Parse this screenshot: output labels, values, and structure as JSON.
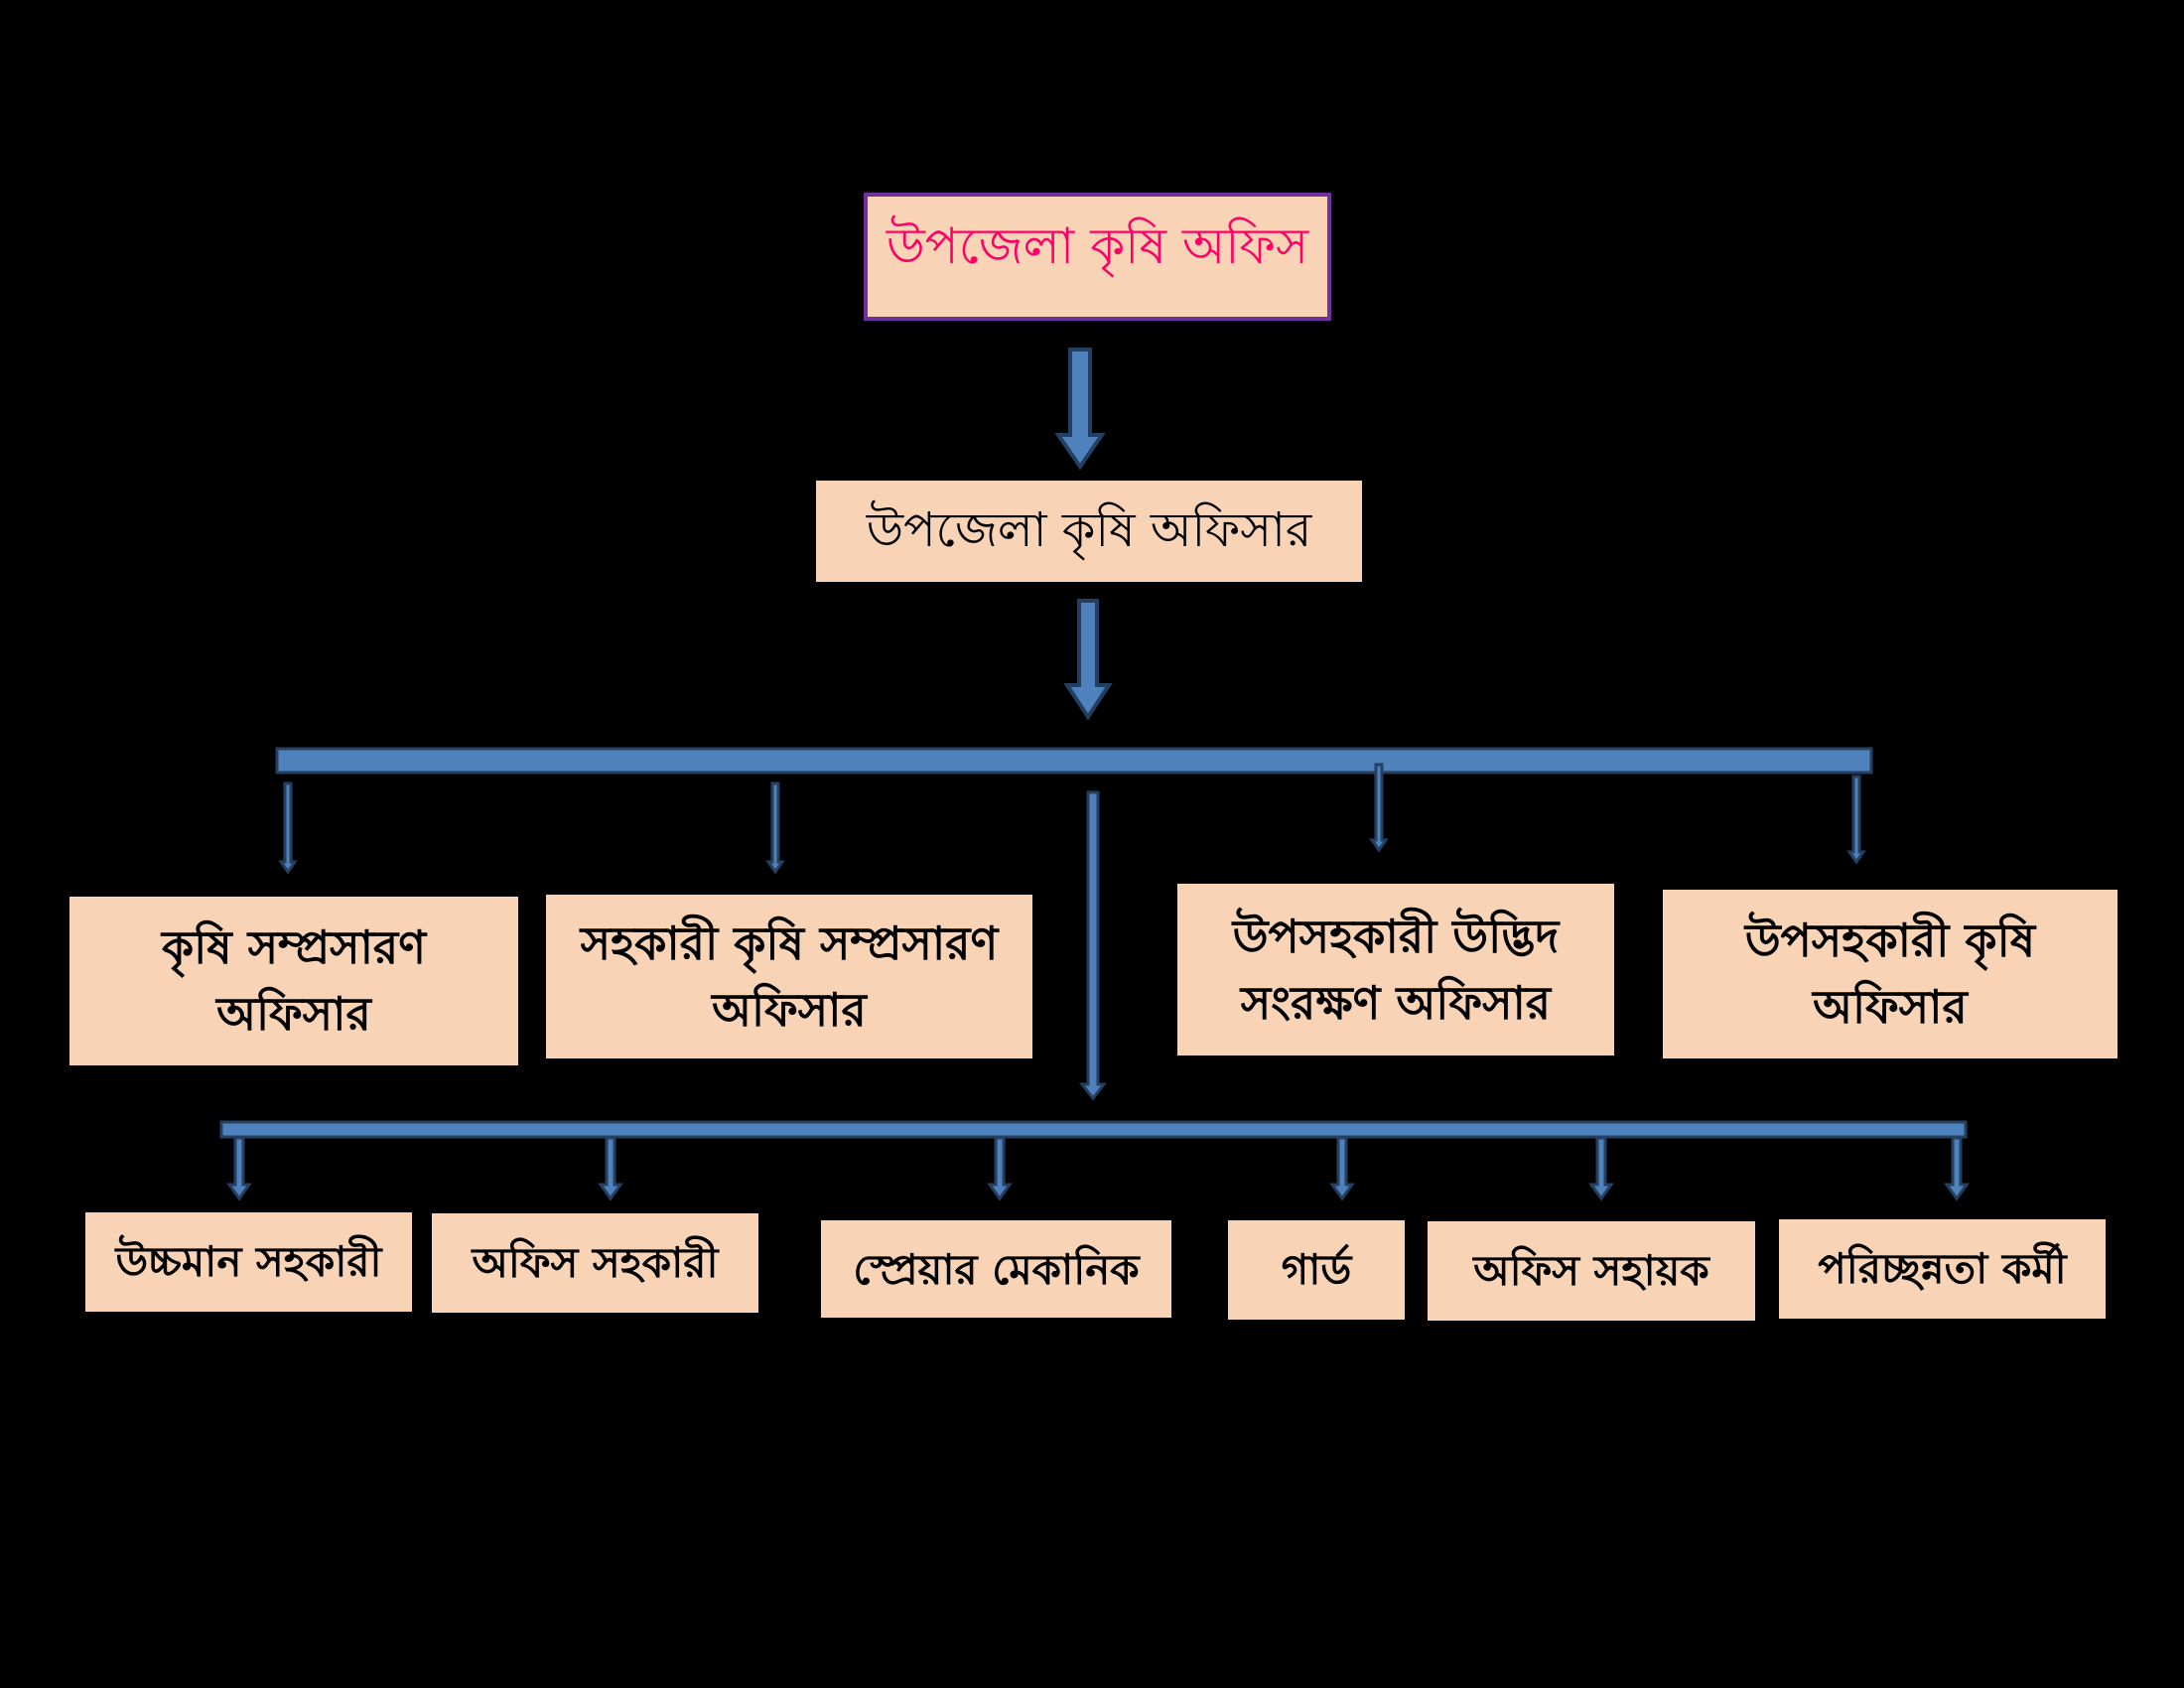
{
  "title": "উপজেলা কৃষি অফিস",
  "head": "উপজেলা কৃষি অফিসার",
  "level2": [
    {
      "line1": "কৃষি সম্প্রসারণ",
      "line2": "অফিসার"
    },
    {
      "line1": "সহকারী কৃষি সম্প্রসারণ",
      "line2": "অফিসার"
    },
    {
      "line1": "উপসহকারী উদ্ভিদ",
      "line2": "সংরক্ষণ অফিসার"
    },
    {
      "line1": "উপসহকারী কৃষি",
      "line2": "অফিসার"
    }
  ],
  "level3": [
    "উচ্চমান সহকারী",
    "অফিস সহকারী",
    "স্প্রেয়ার মেকানিক",
    "গার্ড",
    "অফিস সহায়ক",
    "পরিচ্ছন্নতা কর্মী"
  ],
  "colors": {
    "box": "#f8d3b5",
    "title_text": "#ff0066",
    "title_border": "#7030a0",
    "arrow": "#4f81bd",
    "arrow_outline": "#243f60"
  }
}
